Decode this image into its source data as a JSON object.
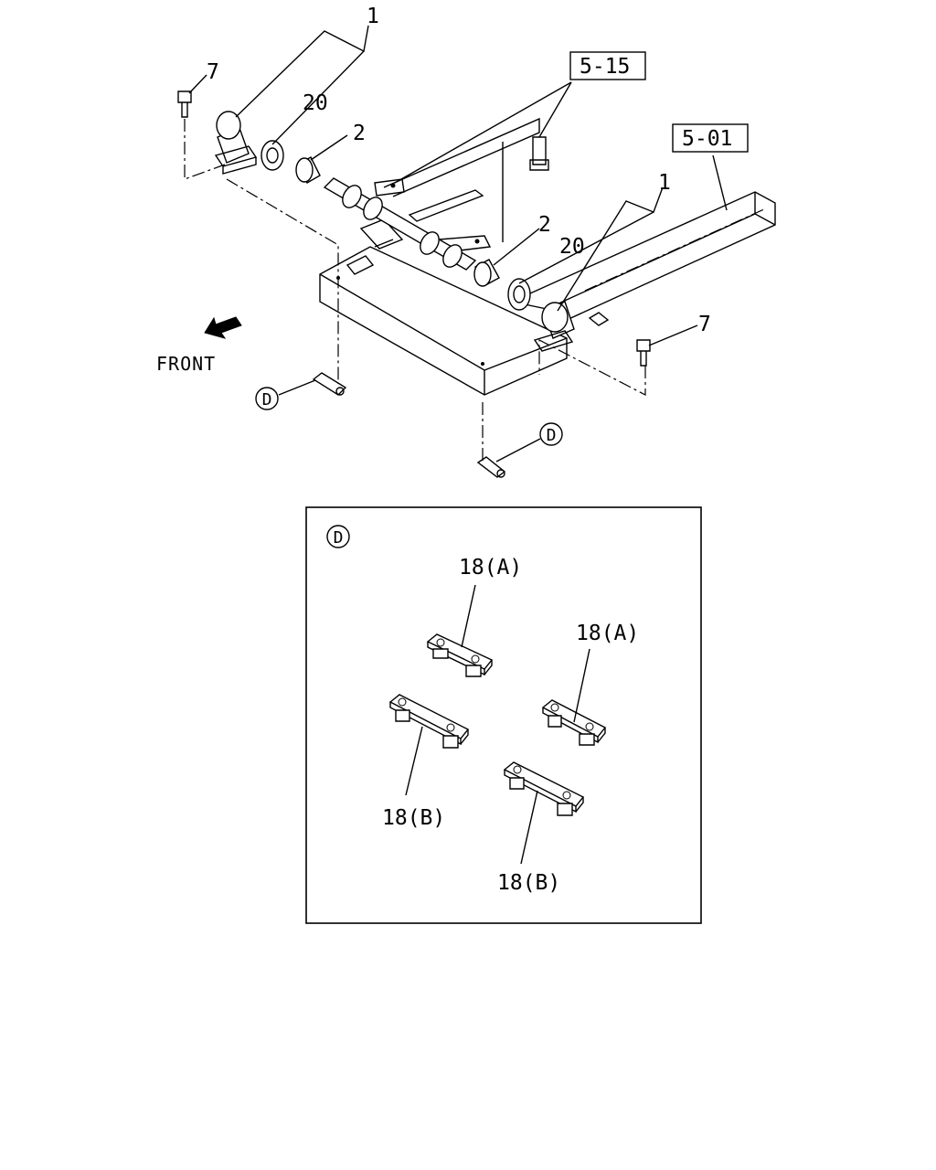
{
  "callouts": {
    "c1_top": "1",
    "c1_right": "1",
    "c2_top": "2",
    "c2_right": "2",
    "c7_left": "7",
    "c7_right": "7",
    "c20_top": "20",
    "c20_right": "20",
    "ref_515": "5-15",
    "ref_501": "5-01",
    "d_left": "D",
    "d_bottom": "D"
  },
  "front_label": "FRONT",
  "detail": {
    "marker": "D",
    "labels": {
      "a1": "18(A)",
      "a2": "18(A)",
      "b1": "18(B)",
      "b2": "18(B)"
    }
  }
}
